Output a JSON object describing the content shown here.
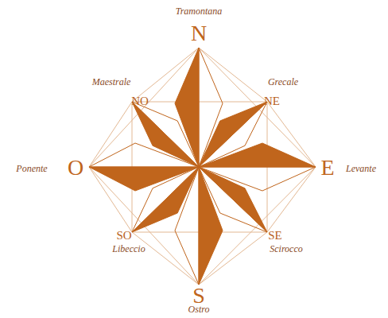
{
  "diagram": {
    "labels": [
      "Tramontana",
      "N",
      "Maestrale",
      "NO",
      "Grecale",
      "NE",
      "Ponente",
      "O",
      "E",
      "Levante",
      "SO",
      "Libeccio",
      "SE",
      "Scirocco",
      "S",
      "Ostro"
    ]
  }
}
